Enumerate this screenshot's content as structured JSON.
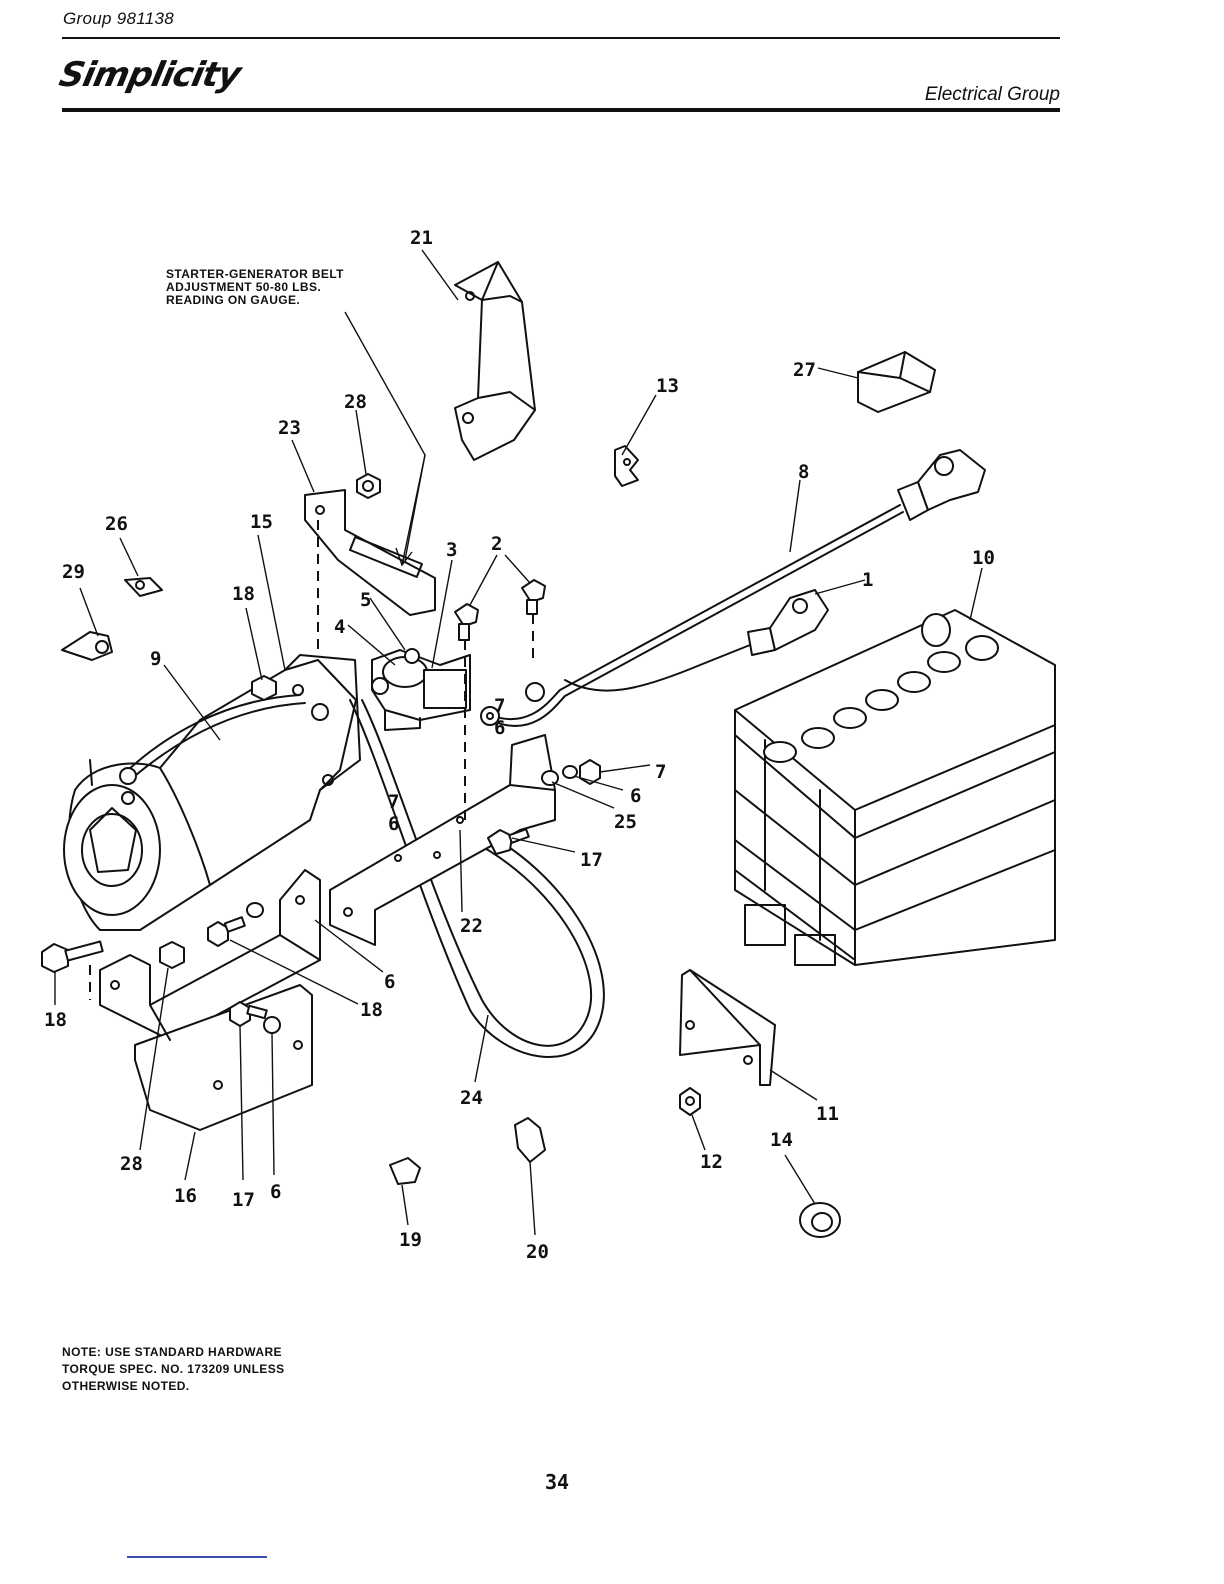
{
  "header": {
    "group": "Group 981138",
    "brand": "Simplicity",
    "section": "Electrical Group"
  },
  "callout_lines": [
    "STARTER-GENERATOR BELT",
    "ADJUSTMENT 50-80 LBS.",
    "READING ON GAUGE."
  ],
  "note_lines": [
    "NOTE: USE STANDARD HARDWARE",
    "TORQUE SPEC. NO. 173209  UNLESS",
    "OTHERWISE NOTED."
  ],
  "page_number": "34",
  "part_labels": {
    "p1": "1",
    "p2": "2",
    "p3": "3",
    "p4": "4",
    "p5": "5",
    "p6a": "6",
    "p6b": "6",
    "p6c": "6",
    "p6d": "6",
    "p6e": "6",
    "p7a": "7",
    "p7b": "7",
    "p7c": "7",
    "p8": "8",
    "p9": "9",
    "p10": "10",
    "p11": "11",
    "p12": "12",
    "p13": "13",
    "p14": "14",
    "p15": "15",
    "p16": "16",
    "p17a": "17",
    "p17b": "17",
    "p18a": "18",
    "p18b": "18",
    "p18c": "18",
    "p19": "19",
    "p20": "20",
    "p21": "21",
    "p22": "22",
    "p23": "23",
    "p24": "24",
    "p25": "25",
    "p26": "26",
    "p27": "27",
    "p28a": "28",
    "p28b": "28",
    "p29": "29"
  }
}
